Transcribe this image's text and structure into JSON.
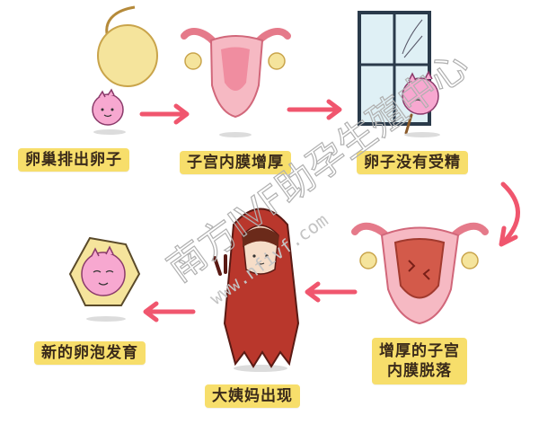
{
  "steps": {
    "step1": "卵巢排出卵子",
    "step2": "子宫内膜增厚",
    "step3": "卵子没有受精",
    "step4_line1": "增厚的子宫",
    "step4_line2": "内膜脱落",
    "step5": "大姨妈出现",
    "step6": "新的卵泡发育"
  },
  "watermark": {
    "text_cn": "南方IVF助孕生殖中心",
    "text_url": "www.nfivf.com"
  },
  "colors": {
    "label_bg": "#f7de6b",
    "arrow": "#f0566e",
    "uterus": "#f6b9c3",
    "egg_yellow": "#f5e49c",
    "cloak": "#b9372c"
  },
  "icons": [
    "egg-icon",
    "ovum-character-icon",
    "uterus-icon",
    "window-icon",
    "thickened-uterus-icon",
    "girl-cloak-icon",
    "follicle-icon",
    "arrow-icon"
  ]
}
